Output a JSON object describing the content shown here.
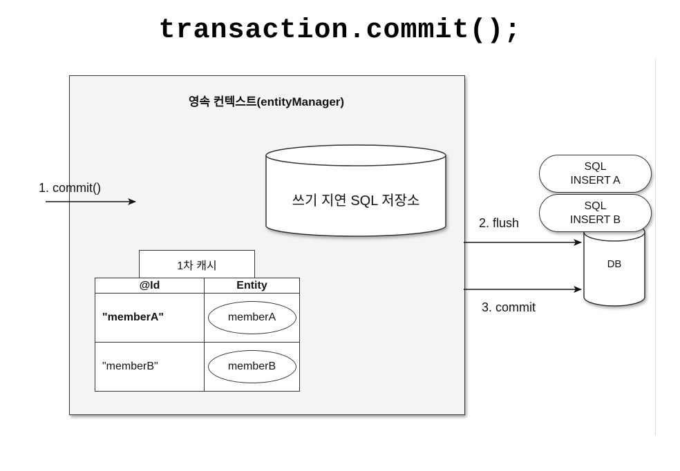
{
  "title": "transaction.commit();",
  "persistence_context": {
    "label": "영속 컨텍스트(entityManager)",
    "write_behind_store": "쓰기 지연 SQL 저장소",
    "first_level_cache": {
      "label": "1차 캐시",
      "columns": [
        "@Id",
        "Entity"
      ],
      "rows": [
        {
          "id": "\"memberA\"",
          "entity": "memberA"
        },
        {
          "id": "\"memberB\"",
          "entity": "memberB"
        }
      ]
    }
  },
  "arrows": {
    "commit_in": "1. commit()",
    "flush": "2. flush",
    "commit_db": "3. commit"
  },
  "sql_queue": [
    {
      "line1": "SQL",
      "line2": "INSERT A"
    },
    {
      "line1": "SQL",
      "line2": "INSERT B"
    }
  ],
  "db_label": "DB"
}
